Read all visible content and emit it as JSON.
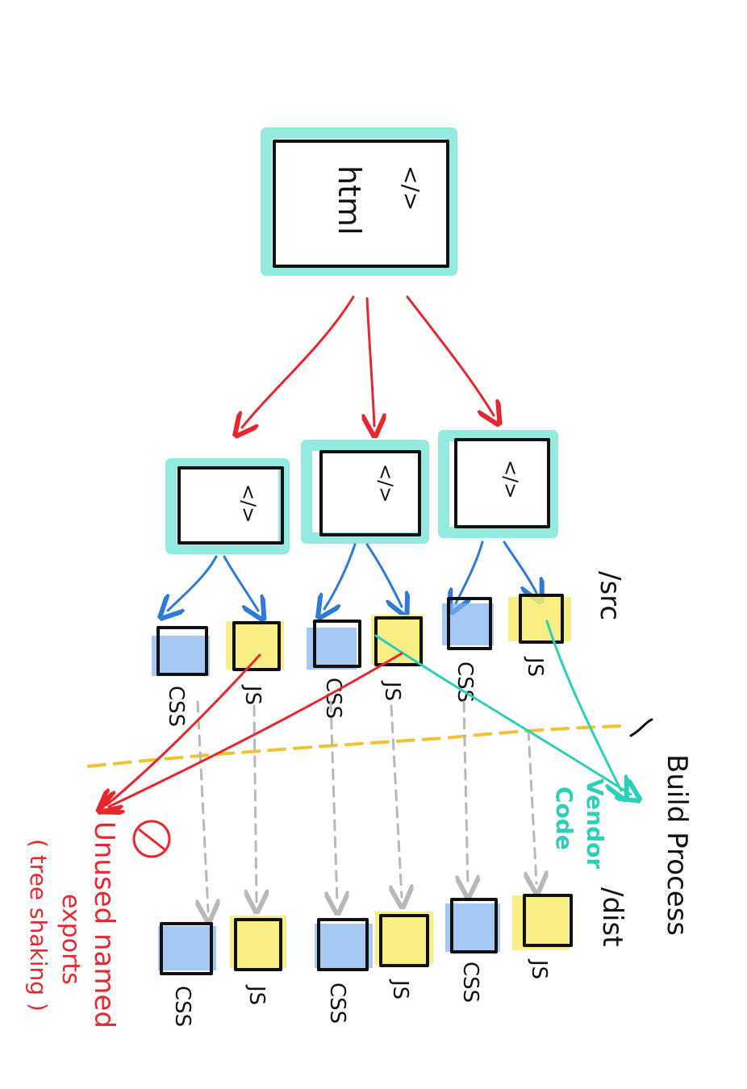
{
  "labels": {
    "html_file": "html",
    "tag_glyph": "</>",
    "css": "CSS",
    "js": "JS",
    "src": "/src",
    "dist": "/dist",
    "build_process": "Build Process",
    "vendor_code_1": "Vendor",
    "vendor_code_2": "Code",
    "unused_1": "Unused named",
    "unused_2": "exports",
    "unused_3": "( tree shaking )"
  },
  "colors": {
    "teal_highlight": "#6fe3d4",
    "blue_highlight": "#7fb2ee",
    "yellow_highlight": "#f7ec6e",
    "red": "#e8262d",
    "blue": "#2e7ad6",
    "teal": "#2ccfb7",
    "grey": "#b8b8b8",
    "yellow_dash": "#f1c232"
  },
  "icons": {
    "not_allowed": "prohibited-icon"
  }
}
